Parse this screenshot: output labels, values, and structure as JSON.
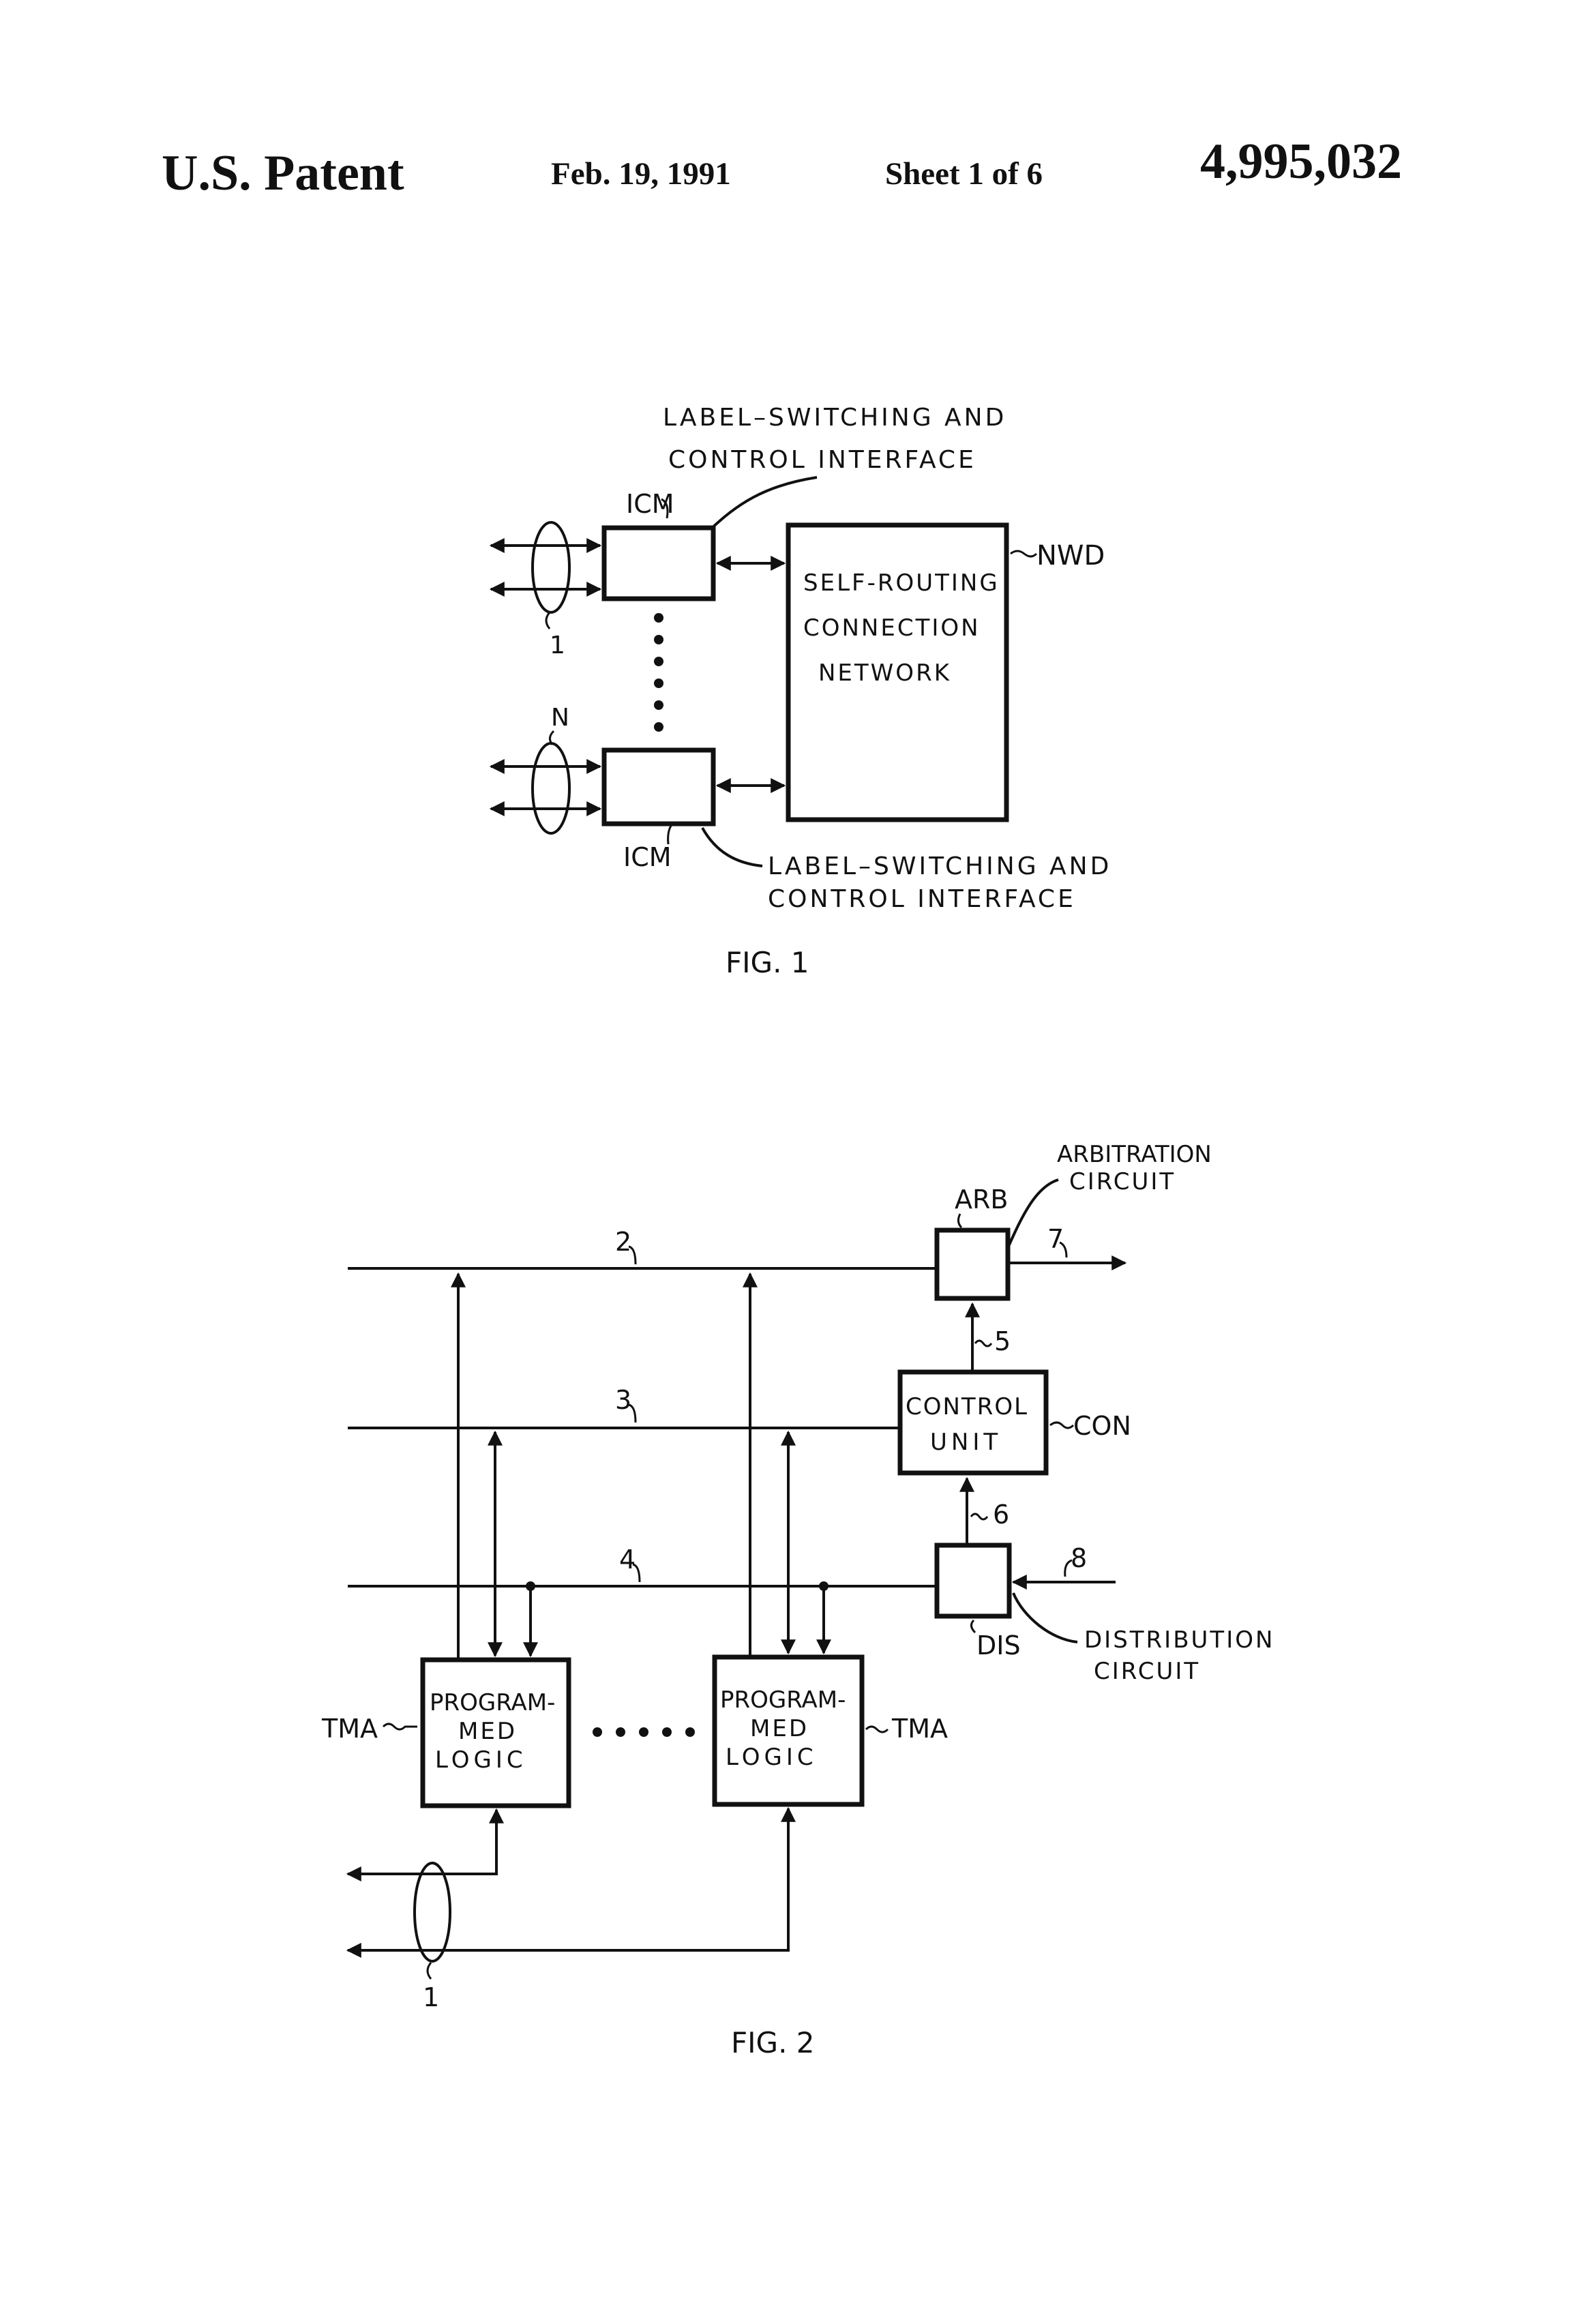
{
  "header": {
    "title": "U.S. Patent",
    "date": "Feb. 19, 1991",
    "sheet": "Sheet 1 of 6",
    "patent_number": "4,995,032"
  },
  "fig1": {
    "caption": "FIG. 1",
    "top_interface_label_line1": "LABEL–SWITCHING AND",
    "top_interface_label_line2": "CONTROL INTERFACE",
    "bottom_interface_label_line1": "LABEL–SWITCHING AND",
    "bottom_interface_label_line2": "CONTROL INTERFACE",
    "icm_top": "ICM",
    "icm_bottom": "ICM",
    "network_line1": "SELF-ROUTING",
    "network_line2": "CONNECTION",
    "network_line3": "NETWORK",
    "network_ref": "NWD",
    "ref_1": "1",
    "ref_n": "N"
  },
  "fig2": {
    "caption": "FIG. 2",
    "arbitration_label_line1": "ARBITRATION",
    "arbitration_label_line2": "CIRCUIT",
    "arb": "ARB",
    "control_line1": "CONTROL",
    "control_line2": "UNIT",
    "con": "CON",
    "dis": "DIS",
    "distribution_line1": "DISTRIBUTION",
    "distribution_line2": "CIRCUIT",
    "logic_left_line1": "PROGRAM-",
    "logic_left_line2": "MED",
    "logic_left_line3": "LOGIC",
    "logic_right_line1": "PROGRAM-",
    "logic_right_line2": "MED",
    "logic_right_line3": "LOGIC",
    "tma_left": "TMA",
    "tma_right": "TMA",
    "ref_1": "1",
    "ref_2": "2",
    "ref_3": "3",
    "ref_4": "4",
    "ref_5": "5",
    "ref_6": "6",
    "ref_7": "7",
    "ref_8": "8"
  }
}
